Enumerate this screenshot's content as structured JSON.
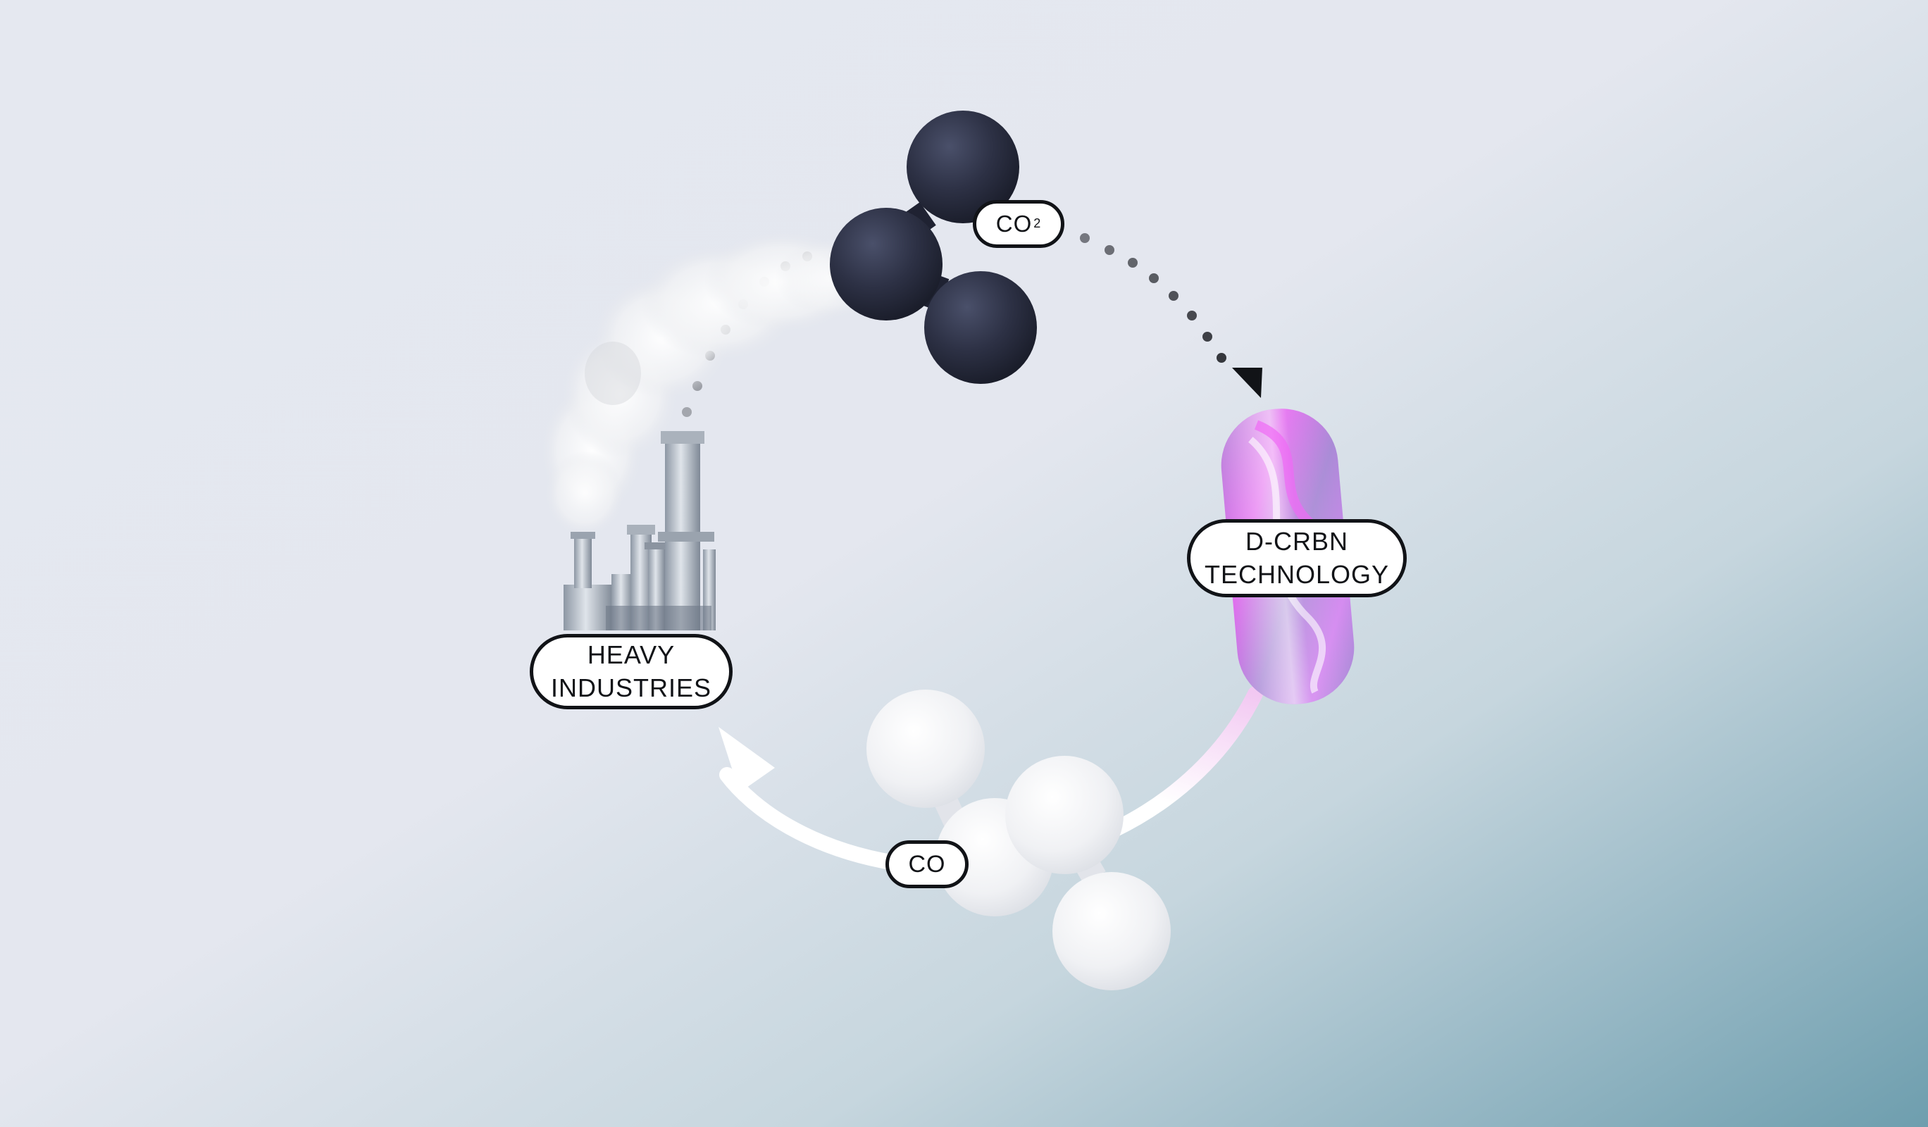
{
  "nodes": {
    "heavy_industries": {
      "line1": "HEAVY",
      "line2": "INDUSTRIES"
    },
    "dcrbn": {
      "line1": "D-CRBN",
      "line2": "TECHNOLOGY"
    }
  },
  "molecules": {
    "co2": {
      "label": "CO",
      "subscript": "2",
      "color": "#2e3347"
    },
    "co": {
      "label": "CO",
      "color": "#f2f3f6"
    }
  },
  "colors": {
    "dotted_arrow": "#2b2d33",
    "return_arrow": "#ffffff",
    "reactor_tube": "#c57fe8",
    "label_border": "#111317"
  },
  "icons": [
    "factory-chimney-icon",
    "smoke-icon",
    "reactor-tube-icon",
    "arrowhead-icon"
  ]
}
